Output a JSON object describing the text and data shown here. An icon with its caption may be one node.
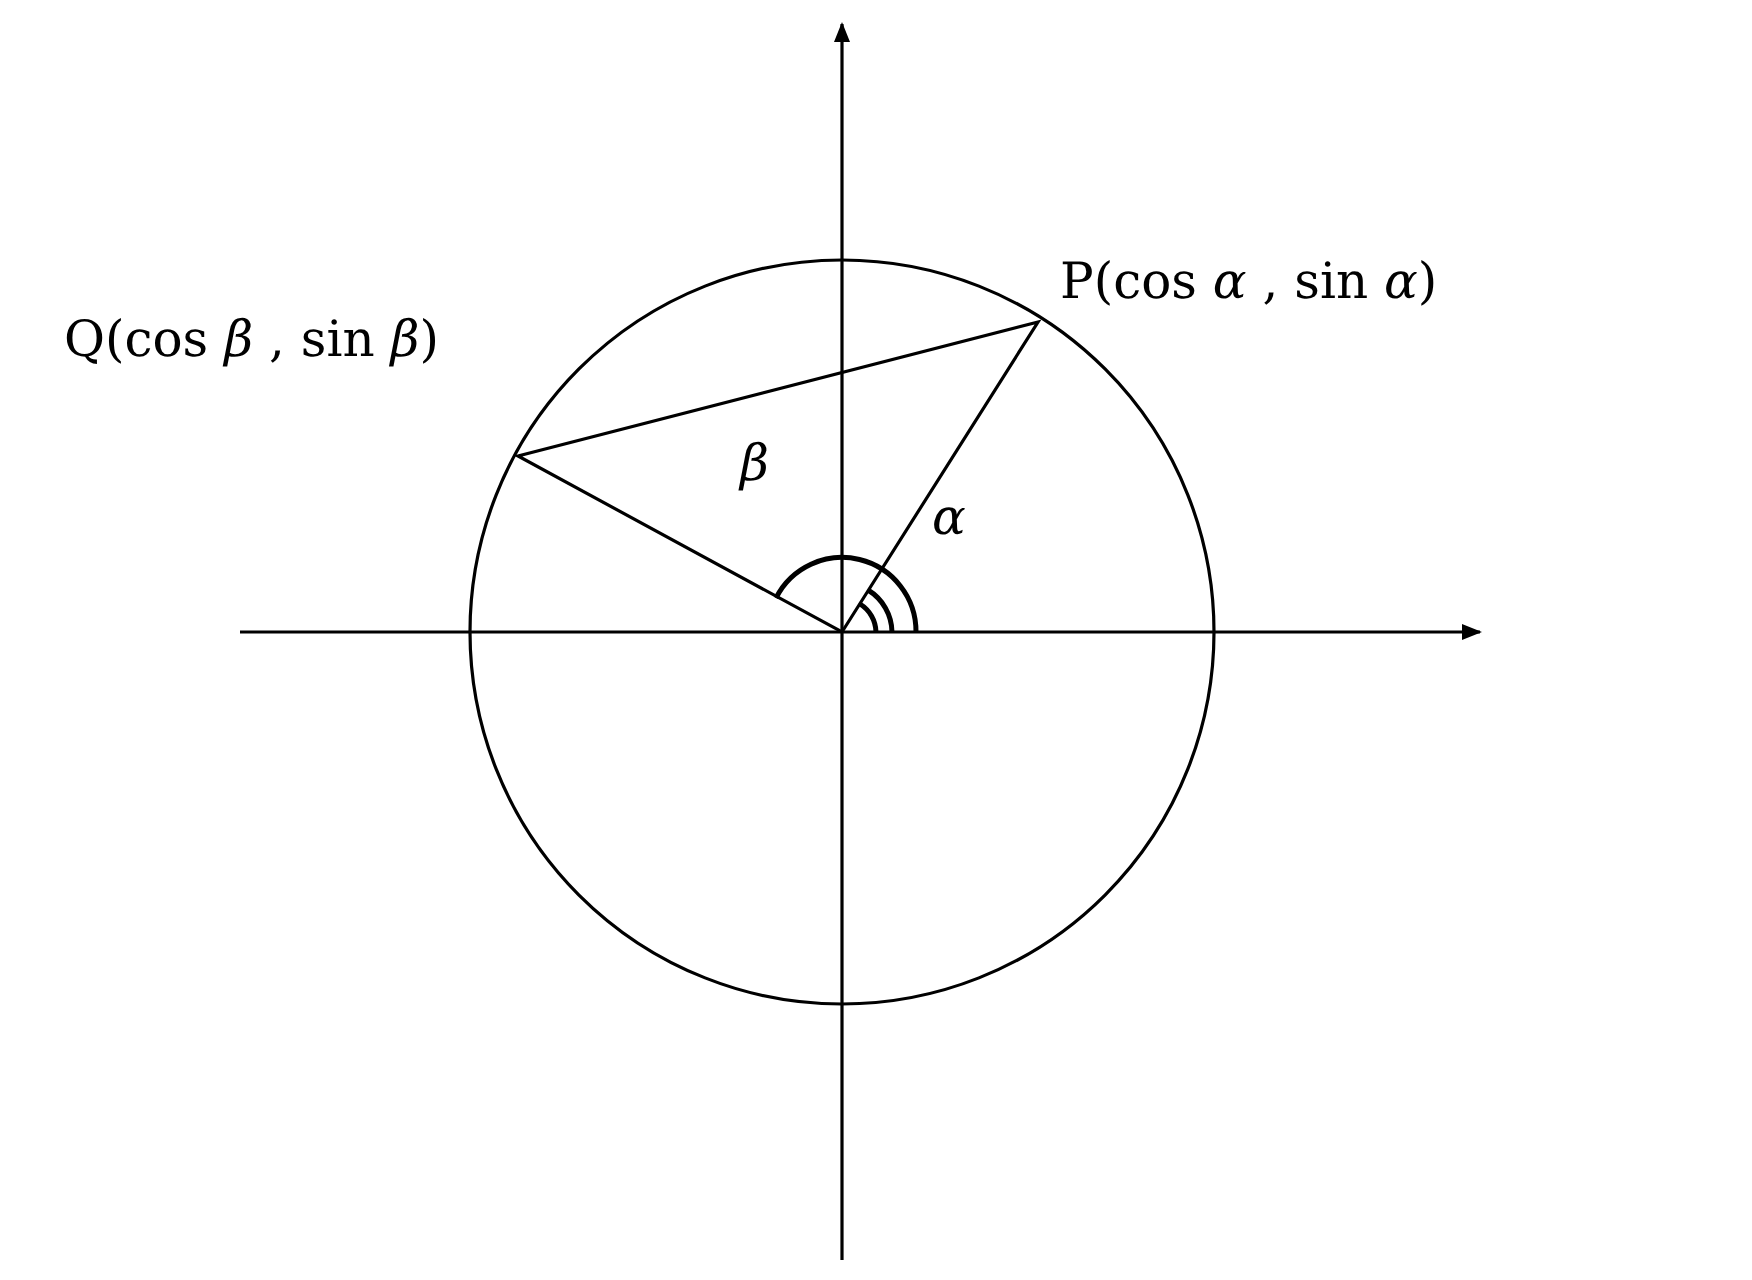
{
  "diagram": {
    "labels": [
      "Q(cos *β* , sin *β*)",
      "P(cos *α* , sin *α*)",
      "*β*",
      "*α*"
    ]
  }
}
